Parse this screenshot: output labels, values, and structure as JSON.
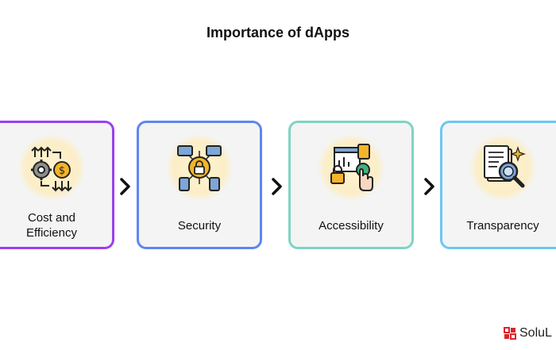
{
  "diagram": {
    "title": "Importance of dApps",
    "steps": [
      {
        "label": "Cost and\nEfficiency",
        "icon": "cost-efficiency-icon",
        "border_color": "#9b3ff2"
      },
      {
        "label": "Security",
        "icon": "security-lock-icon",
        "border_color": "#5d86f2"
      },
      {
        "label": "Accessibility",
        "icon": "accessibility-touch-icon",
        "border_color": "#7ed4c4"
      },
      {
        "label": "Transparency",
        "icon": "transparency-search-icon",
        "border_color": "#6bc7f2"
      }
    ]
  },
  "brand": {
    "text": "SoluL",
    "icon": "solulab-logo-icon"
  },
  "colors": {
    "accent": "#f4b52a",
    "icon_stroke": "#222222",
    "icon_blue": "#7da6d9",
    "card_bg": "#f4f4f4"
  }
}
